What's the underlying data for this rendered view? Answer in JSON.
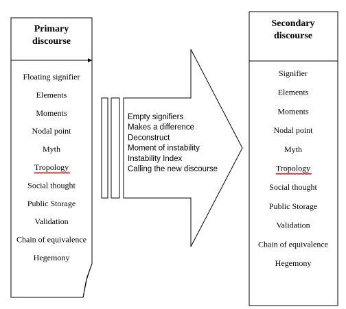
{
  "primary": {
    "title_line1": "Primary",
    "title_line2": "discourse",
    "items": [
      "Floating signifier",
      "Elements",
      "Moments",
      "Nodal point",
      "Myth",
      "Tropology",
      "Social thought",
      "Public Storage",
      "Validation",
      "Chain of equivalence",
      "Hegemony"
    ]
  },
  "secondary": {
    "title_line1": "Secondary",
    "title_line2": "discourse",
    "items": [
      "Signifier",
      "Elements",
      "Moments",
      "Nodal point",
      "Myth",
      "Tropology",
      "Social thought",
      "Public Storage",
      "Validation",
      "Chain of equivalence",
      "Hegemony"
    ]
  },
  "arrow": {
    "items": [
      "Empty signifiers",
      "Makes a difference",
      "Deconstruct",
      "Moment of instability",
      "Instability Index",
      "Calling the new discourse"
    ]
  },
  "colors": {
    "stroke": "#000000",
    "background": "#ffffff",
    "spellcheck_underline": "#c00000"
  }
}
